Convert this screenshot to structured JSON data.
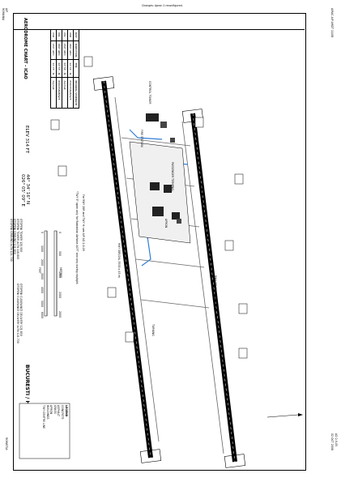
{
  "top_note": "Changes: Apron 2 reconfigured.",
  "header": {
    "aip": "AIP",
    "country": "ROMANIA",
    "ad_ref": "AD 2-9-05",
    "date": "02 OCT 2008",
    "chart_title": "AERODROME CHART - ICAO",
    "elev": "ELEV 314 FT",
    "lat": "44° 34' 16\" N",
    "lon": "026° 05' 09\" E",
    "aerodrome": "BUCURESTI / Henri Coanda (LROP)"
  },
  "footer": {
    "aip_amdt": "AIRAC AIP AMDT 11/08",
    "agency": "ROMATSA"
  },
  "frequencies": [
    "OTOPENI TOWER    120.900",
    "OTOPENI TOWER ALTN    118.800",
    "OTOPENI GROUND    121.850",
    "OTOPENI GROUND ALTN    121.700",
    "OTOPENI CLEARANCE DELIVERY  121.850",
    "OTOPENI CLEARANCE DELIVERY ALTN  121.700"
  ],
  "rwy_table": {
    "headers": [
      "RWY",
      "DIRECTION",
      "THR",
      "BEARING STRENGTH"
    ],
    "rows": [
      [
        "08R",
        "080° GEO",
        "44°34'...N",
        "PCN 85/R/B/W/T"
      ],
      [
        "26L",
        "260° GEO",
        "44°34'...N",
        "Asphalt"
      ],
      [
        "08L",
        "080° GEO",
        "44°35'...N",
        "PCN 85/R/B/W/T"
      ],
      [
        "26R",
        "260° GEO",
        "44°35'...N",
        "Asphalt"
      ]
    ]
  },
  "map_labels": {
    "rwy_08r": "RWY 08R/26L 3500 x 45 m",
    "rwy_08l": "RWY 08L/26R 3500 x 45 m",
    "terminal": "PASSENGER TERMINAL",
    "apron": "APRON",
    "control_tower": "CONTROL TOWER",
    "fire_station": "FIRE STATION",
    "turning": "TURNING",
    "rwy_note": "For RWY 26R and TWY H: see AIP AD 2-9-09",
    "twy_note": "\"TWY E\" open only for Romanian Airforce ACFT and only during daylight.",
    "metres_label": "METRES",
    "feet_label": "FEET"
  },
  "scale": {
    "metres": [
      "0",
      "500",
      "1000",
      "1500",
      "2000"
    ],
    "feet": [
      "0",
      "1000",
      "2000",
      "3000",
      "4000",
      "5000",
      "6000"
    ]
  },
  "legend": {
    "title": "LEGEND",
    "items": [
      "CONCRETE",
      "ASPHALT",
      "GRASS",
      "APRON",
      "BUILDINGS",
      "TWY CENTRE LINE"
    ]
  },
  "colors": {
    "taxiway_highlight": "#2f7fd6",
    "line": "#000000"
  }
}
